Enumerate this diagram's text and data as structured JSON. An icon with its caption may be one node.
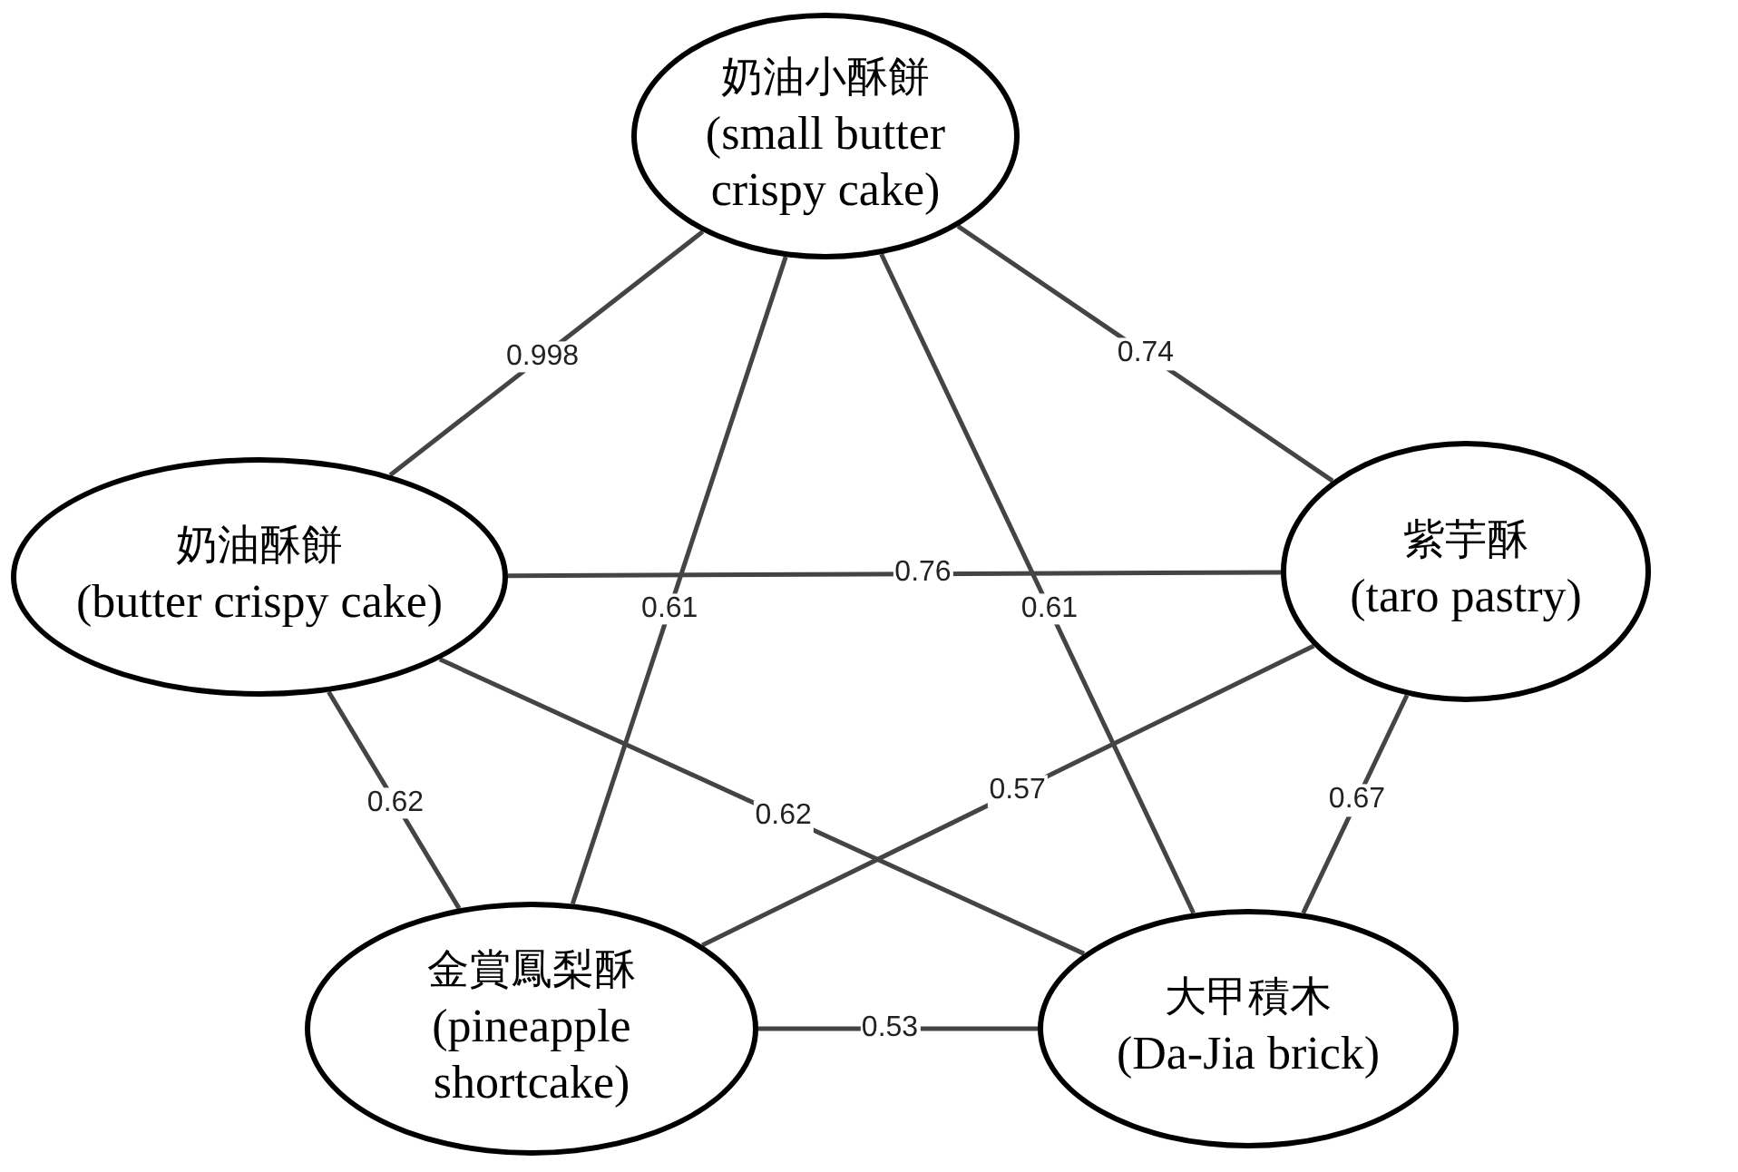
{
  "diagram": {
    "nodes": [
      {
        "text": [
          "奶油小酥餅",
          "(small butter crispy cake)"
        ]
      },
      {
        "text": [
          "奶油酥餅",
          "(butter crispy cake)"
        ]
      },
      {
        "text": [
          "紫芋酥",
          "(taro pastry)"
        ]
      },
      {
        "text": [
          "金賞鳳梨酥",
          "(pineapple shortcake)"
        ]
      },
      {
        "text": [
          "大甲積木",
          "(Da-Jia brick)"
        ]
      }
    ],
    "edges": [
      {
        "from": 0,
        "to": 1,
        "arrow": "none",
        "label": "0.998"
      },
      {
        "from": 0,
        "to": 2,
        "arrow": "none",
        "label": "0.74"
      },
      {
        "from": 1,
        "to": 2,
        "arrow": "none",
        "label": "0.76"
      },
      {
        "from": 0,
        "to": 3,
        "arrow": "none",
        "label": "0.61"
      },
      {
        "from": 0,
        "to": 4,
        "arrow": "none",
        "label": "0.61"
      },
      {
        "from": 1,
        "to": 3,
        "arrow": "none",
        "label": "0.62"
      },
      {
        "from": 1,
        "to": 4,
        "arrow": "none",
        "label": "0.62"
      },
      {
        "from": 2,
        "to": 3,
        "arrow": "none",
        "label": "0.57"
      },
      {
        "from": 2,
        "to": 4,
        "arrow": "none",
        "label": "0.67"
      },
      {
        "from": 3,
        "to": 4,
        "arrow": "none",
        "label": "0.53"
      }
    ]
  }
}
